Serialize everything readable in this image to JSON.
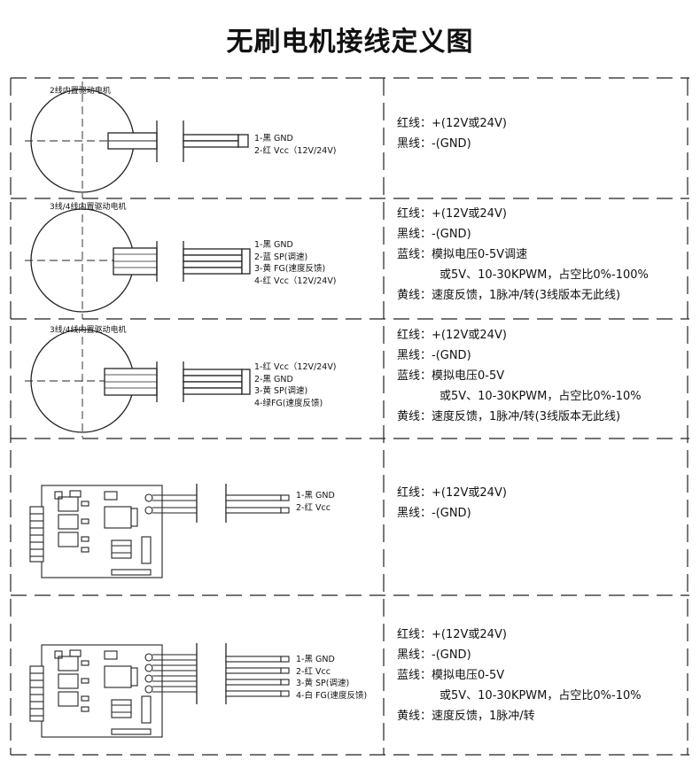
{
  "title": "无刷电机接线定义图",
  "sections": [
    {
      "diagram_label": "2线内置驱动电机",
      "wire_labels": [
        "1-黑 GND",
        "2-红 Vcc（12V/24V)"
      ],
      "desc": [
        {
          "text": "红线：+(12V或24V)",
          "indent": false
        },
        {
          "text": "黑线：-(GND)",
          "indent": false
        }
      ]
    },
    {
      "diagram_label": "3线/4线内置驱动电机",
      "wire_labels": [
        "1-黑 GND",
        "2-蓝 SP(调速)",
        "3-黄 FG(速度反馈)",
        "4-红 Vcc（12V/24V)"
      ],
      "desc": [
        {
          "text": "红线：+(12V或24V)",
          "indent": false
        },
        {
          "text": "黑线：-(GND)",
          "indent": false
        },
        {
          "text": "蓝线：模拟电压0-5V调速",
          "indent": false
        },
        {
          "text": "或5V、10-30KPWM，占空比0%-100%",
          "indent": true
        },
        {
          "text": "黄线：速度反馈，1脉冲/转(3线版本无此线)",
          "indent": false
        }
      ]
    },
    {
      "diagram_label": "3线/4线内置驱动电机",
      "wire_labels": [
        "1-红 Vcc（12V/24V)",
        "2-黑 GND",
        "3-黄 SP(调速)",
        "4-绿FG(速度反馈)"
      ],
      "desc": [
        {
          "text": "红线：+(12V或24V)",
          "indent": false
        },
        {
          "text": "黑线：-(GND)",
          "indent": false
        },
        {
          "text": "蓝线：模拟电压0-5V",
          "indent": false
        },
        {
          "text": "或5V、10-30KPWM，占空比0%-10%",
          "indent": true
        },
        {
          "text": "黄线：速度反馈，1脉冲/转(3线版本无此线)",
          "indent": false
        }
      ]
    },
    {
      "diagram_label": "",
      "wire_labels": [
        "1-黑 GND",
        "2-红 Vcc"
      ],
      "desc": [
        {
          "text": "红线：+(12V或24V)",
          "indent": false
        },
        {
          "text": "黑线：-(GND)",
          "indent": false
        }
      ]
    },
    {
      "diagram_label": "",
      "wire_labels": [
        "1-黑 GND",
        "2-红 Vcc",
        "3-黄 SP(调速)",
        "4-白 FG(速度反馈)"
      ],
      "desc": [
        {
          "text": "红线：+(12V或24V)",
          "indent": false
        },
        {
          "text": "黑线：-(GND)",
          "indent": false
        },
        {
          "text": "蓝线：模拟电压0-5V",
          "indent": false
        },
        {
          "text": "或5V、10-30KPWM，占空比0%-10%",
          "indent": true
        },
        {
          "text": "黄线：速度反馈，1脉冲/转",
          "indent": false
        }
      ]
    }
  ]
}
